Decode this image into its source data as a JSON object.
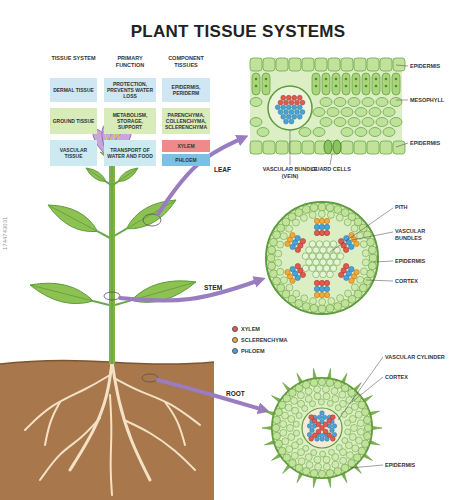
{
  "diagram": {
    "title": "PLANT TISSUE SYSTEMS",
    "nodes": [
      {
        "text": [
          "DERMAL TISSUE"
        ]
      },
      {
        "text": [
          "PROTECTION, PREVENTS WATER LOSS"
        ]
      },
      {
        "text": [
          "EPIDERMIS, PERIDERM"
        ]
      },
      {
        "text": [
          "GROUND TISSUE"
        ]
      },
      {
        "text": [
          "METABOLISM, STORAGE, SUPPORT"
        ]
      },
      {
        "text": [
          "PARENCHYMA, COLLENCHYMA, SCLERENCHYMA"
        ]
      },
      {
        "text": [
          "VASCULAR TISSUE"
        ]
      },
      {
        "text": [
          "TRANSPORT OF WATER AND FOOD"
        ]
      },
      {
        "text": [
          "XYLEM"
        ]
      },
      {
        "text": [
          "PHLOEM"
        ]
      }
    ],
    "edges": [],
    "labels": [
      "TISSUE SYSTEM",
      "PRIMARY FUNCTION",
      "COMPONENT TISSUES",
      "LEAF",
      "EPIDERMIS",
      "MESOPHYLL",
      "EPIDERMIS",
      "VASCULAR BUNDLE (VEIN)",
      "GUARD CELLS",
      "STEM",
      "PITH",
      "VASCULAR BUNDLES",
      "EPIDERMIS",
      "CORTEX",
      "ROOT",
      "VASCULAR CYLINDER",
      "CORTEX",
      "EPIDERMIS",
      "1744743031"
    ],
    "legend": [
      {
        "text": "XYLEM",
        "color": "#e05a4f"
      },
      {
        "text": "SCLERENCHYMA",
        "color": "#f2a83a"
      },
      {
        "text": "PHLOEM",
        "color": "#4aa3d8"
      }
    ]
  }
}
